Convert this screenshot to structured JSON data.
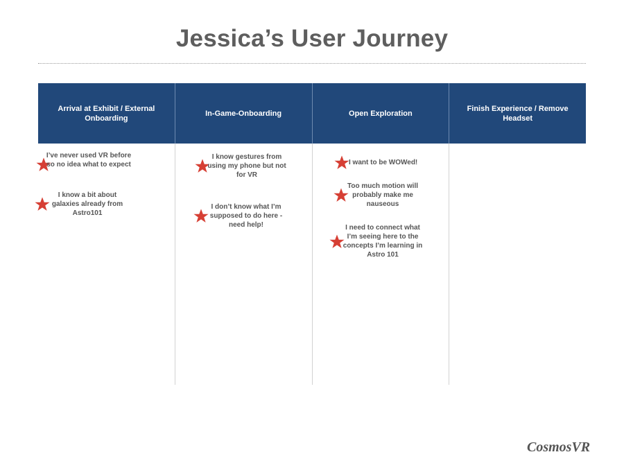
{
  "title": "Jessica’s User Journey",
  "brand": "CosmosVR",
  "accent_color": "#d63f34",
  "header_color": "#21487a",
  "stages": [
    {
      "label": "Arrival at Exhibit / External Onboarding"
    },
    {
      "label": "In-Game-Onboarding"
    },
    {
      "label": "Open Exploration"
    },
    {
      "label": "Finish Experience / Remove Headset"
    }
  ],
  "notes": {
    "arrival": [
      "I’ve never used VR before so no idea what to expect",
      "I know a bit about galaxies already from Astro101"
    ],
    "onboarding": [
      "I know gestures from using my phone but not for VR",
      "I don’t know what I’m supposed to do here - need help!"
    ],
    "exploration": [
      "I want to be WOWed!",
      "Too much motion will probably make me nauseous",
      "I need to connect what I’m seeing here to the concepts I’m learning in Astro 101"
    ]
  }
}
